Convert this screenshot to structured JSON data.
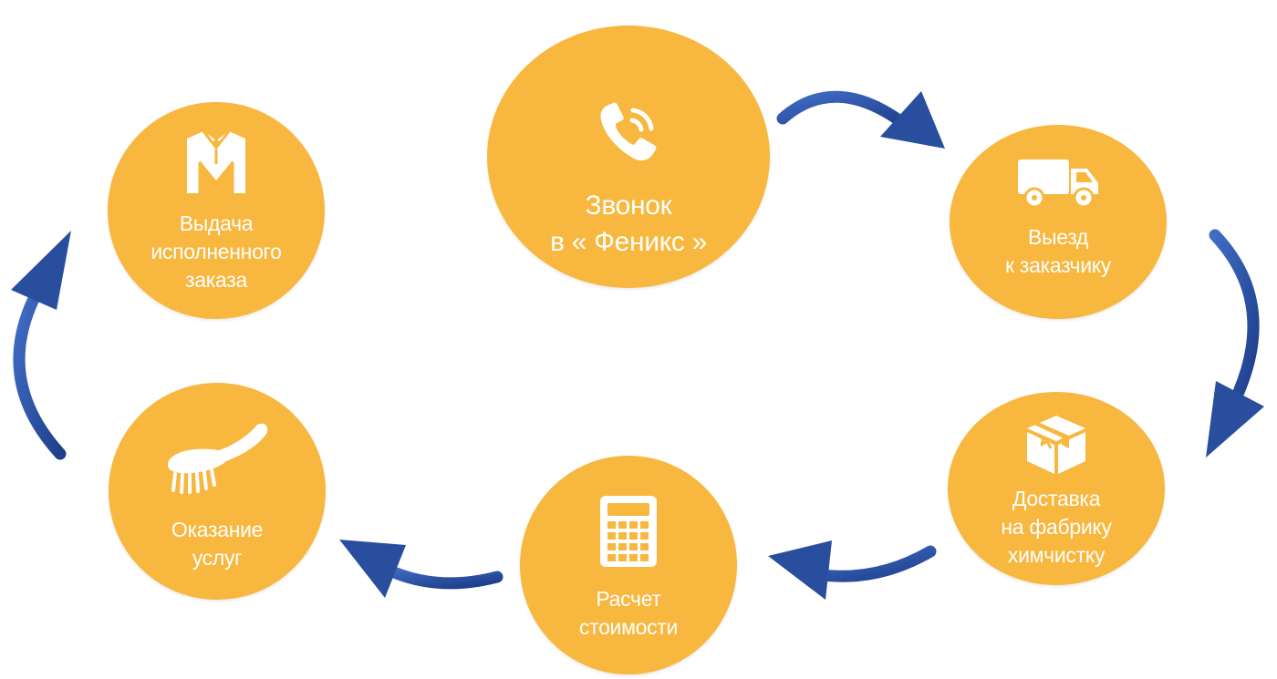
{
  "palette": {
    "circle": "#f8b73e",
    "arrow": "#2a4e9e",
    "text": "#ffffff"
  },
  "steps": [
    {
      "id": "call",
      "icon": "phone-icon",
      "lines": [
        "Звонок",
        "в « Феникс »"
      ]
    },
    {
      "id": "pickup",
      "icon": "truck-icon",
      "lines": [
        "Выезд",
        "к заказчику"
      ]
    },
    {
      "id": "delivery",
      "icon": "box-icon",
      "lines": [
        "Доставка",
        "на фабрику",
        "химчистку"
      ]
    },
    {
      "id": "estimate",
      "icon": "calculator-icon",
      "lines": [
        "Расчет",
        "стоимости"
      ]
    },
    {
      "id": "service",
      "icon": "brush-icon",
      "lines": [
        "Оказание",
        "услуг"
      ]
    },
    {
      "id": "return",
      "icon": "shirt-icon",
      "lines": [
        "Выдача",
        "исполненного",
        "заказа"
      ]
    }
  ]
}
